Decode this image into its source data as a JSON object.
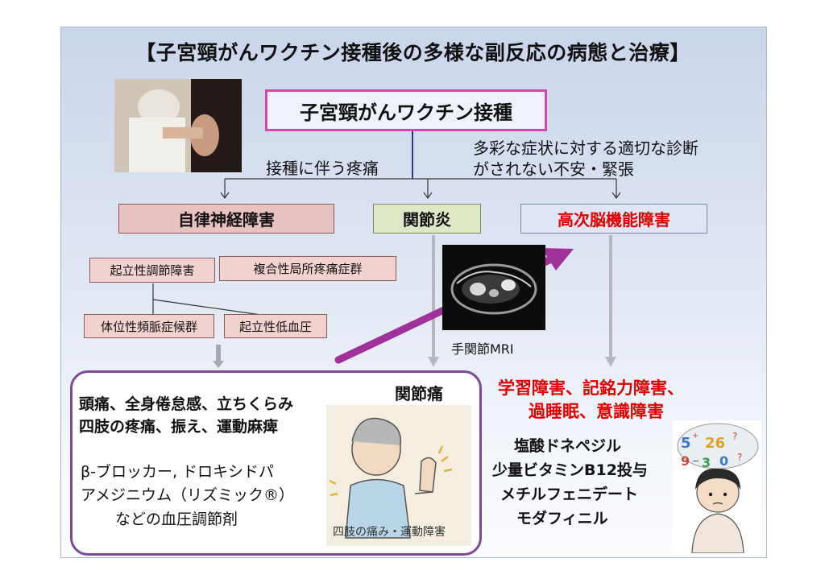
{
  "title": "【子宮頸がんワクチン接種後の多様な副反応の病態と治療】",
  "root": "子宮頸がんワクチン接種",
  "pain_label": "接種に伴う疼痛",
  "anxiety_label": [
    "多彩な症状に対する適切な診断",
    "がされない不安・緊張"
  ],
  "categories": {
    "autonomic": "自律神経障害",
    "arthritis": "関節炎",
    "cognitive": "高次脳機能障害"
  },
  "autonomic_subs": {
    "orthostatic_regulation": "起立性調節障害",
    "crps": "複合性局所疼痛症群",
    "pots": "体位性頻脈症候群",
    "orthostatic_hypotension": "起立性低血圧"
  },
  "mri_caption": "手関節MRI",
  "symptoms": {
    "line1": "頭痛、全身倦怠感、立ちくらみ",
    "line2": "四肢の疼痛、振え、運動麻痺"
  },
  "treatment_autonomic": {
    "line1": "β-ブロッカー, ドロキシドパ",
    "line2": "アメジニウム（リズミック®）",
    "line3": "などの血圧調節剤"
  },
  "joint_pain": "関節痛",
  "illustration_caption": "四肢の痛み・運動障害",
  "cognitive_symptoms": {
    "line1": "学習障害、記銘力障害、",
    "line2": "過睡眠、意識障害"
  },
  "cognitive_drugs": [
    "塩酸ドネペジル",
    "少量ビタミンB12投与",
    "メチルフェニデート",
    "モダフィニル"
  ],
  "thought_numbers": "5 + 26 9 − 3 0 ?",
  "colors": {
    "root_border": "#d048a8",
    "arrow": "#a0309a",
    "panel_border": "#7c4a96",
    "cognitive_text": "#e00000"
  }
}
